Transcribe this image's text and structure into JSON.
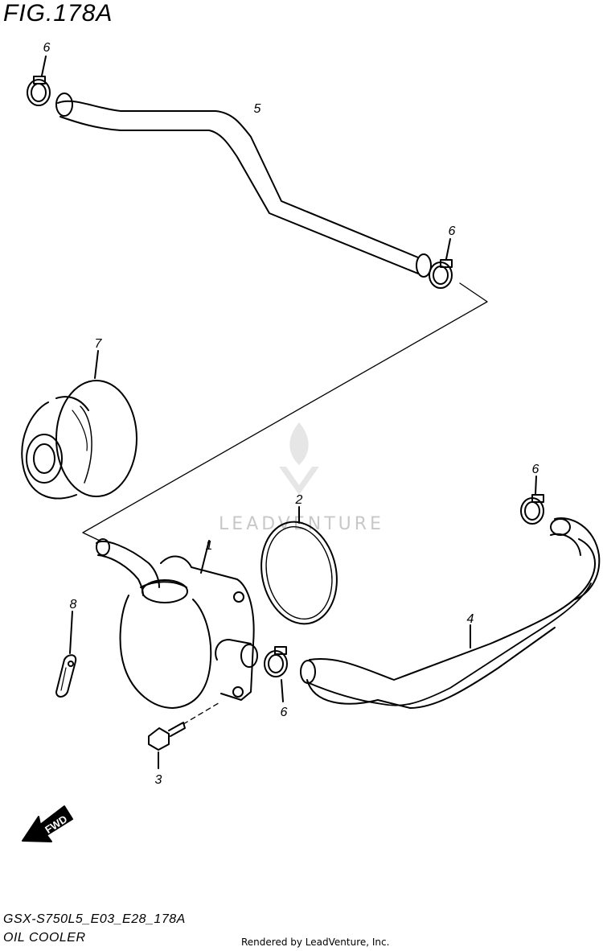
{
  "header": {
    "title": "FIG.178A"
  },
  "footer": {
    "model_code": "GSX-S750L5_E03_E28_178A",
    "section_name": "OIL COOLER",
    "rendered_by": "Rendered by LeadVenture, Inc."
  },
  "watermark": {
    "text": "LEADVENTURE"
  },
  "direction_arrow": {
    "label": "FWD"
  },
  "callouts": {
    "p1": "1",
    "p2": "2",
    "p3": "3",
    "p4": "4",
    "p5": "5",
    "p6a": "6",
    "p6b": "6",
    "p6c": "6",
    "p6d": "6",
    "p7": "7",
    "p8": "8"
  }
}
